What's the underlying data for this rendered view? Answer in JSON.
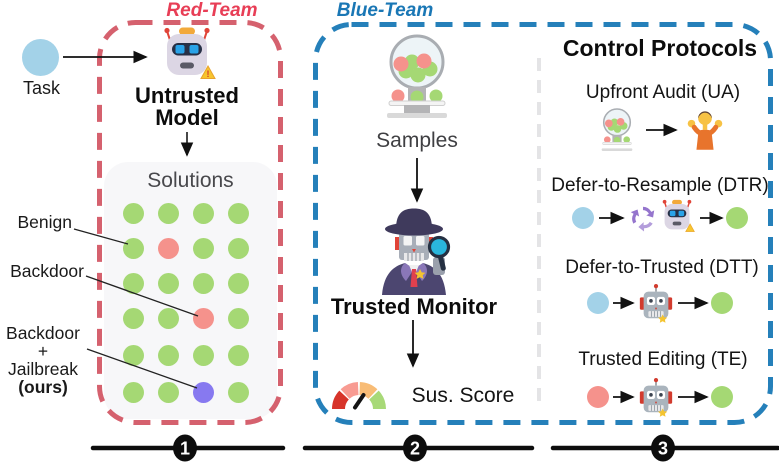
{
  "colors": {
    "red_accent": "#d5616e",
    "red_label": "#e83e56",
    "blue_accent": "#2580ba",
    "blue_label": "#1a77b5",
    "green_dot": "#a5d874",
    "pink_dot": "#f5928c",
    "purple_dot": "#8779f0",
    "task_blue": "#a3d2e8"
  },
  "red_team": {
    "label": "Red-Team",
    "task_label": "Task",
    "model_line1": "Untrusted",
    "model_line2": "Model",
    "solutions_title": "Solutions",
    "legend": {
      "benign": "Benign",
      "backdoor": "Backdoor",
      "jailbreak_lines": [
        "Backdoor",
        "+",
        "Jailbreak",
        "(ours)"
      ]
    },
    "solutions_grid": {
      "rows": 6,
      "cols": 4,
      "dot_types": [
        [
          "benign",
          "benign",
          "benign",
          "benign"
        ],
        [
          "benign",
          "backdoor",
          "benign",
          "benign"
        ],
        [
          "benign",
          "benign",
          "benign",
          "benign"
        ],
        [
          "benign",
          "benign",
          "backdoor",
          "benign"
        ],
        [
          "benign",
          "benign",
          "benign",
          "benign"
        ],
        [
          "benign",
          "benign",
          "jailbreak",
          "benign"
        ]
      ]
    }
  },
  "blue_team": {
    "label": "Blue-Team",
    "samples_label": "Samples",
    "monitor_label": "Trusted Monitor",
    "score_label": "Sus. Score"
  },
  "protocols": {
    "title": "Control Protocols",
    "items": [
      {
        "name": "Upfront Audit (UA)"
      },
      {
        "name": "Defer-to-Resample (DTR)"
      },
      {
        "name": "Defer-to-Trusted (DTT)"
      },
      {
        "name": "Trusted Editing (TE)"
      }
    ]
  },
  "section_numbers": [
    "1",
    "2",
    "3"
  ],
  "icons": {
    "task": "blue-circle",
    "untrusted_model": "robot-warning-icon",
    "samples": "gumball-machine-icon",
    "trusted_monitor": "detective-robot-icon",
    "sus_score": "gauge-icon",
    "upfront_audit": "gumball-machine-icon, person-shrugging-icon",
    "defer_to_resample": "recycle-icon, robot-warning-icon",
    "defer_to_trusted": "trusted-robot-icon",
    "trusted_editing": "trusted-robot-icon"
  }
}
